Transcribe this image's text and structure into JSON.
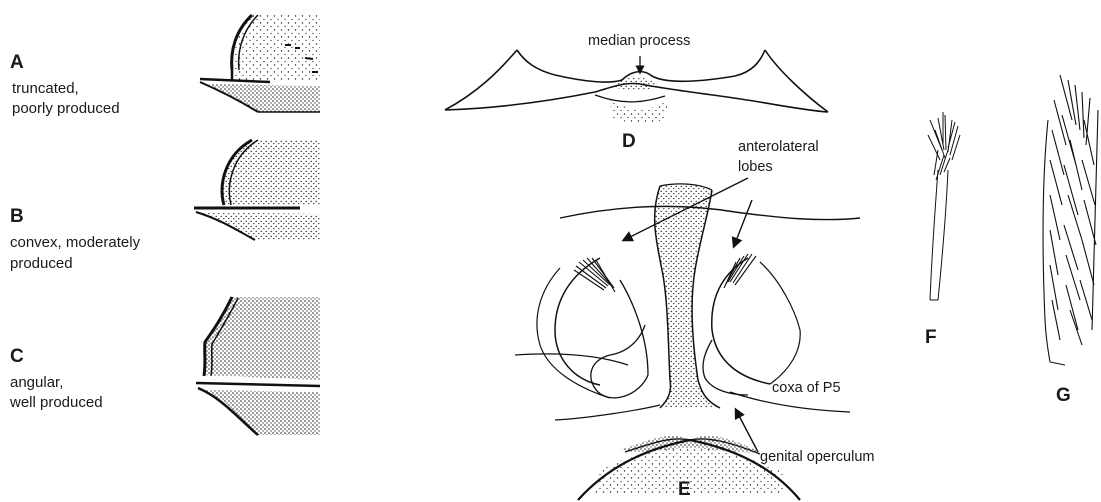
{
  "panels": {
    "A": {
      "letter": "A",
      "line1": "truncated,",
      "line2": "poorly produced"
    },
    "B": {
      "letter": "B",
      "line1": "convex, moderately",
      "line2": "produced"
    },
    "C": {
      "letter": "C",
      "line1": "angular,",
      "line2": "well produced"
    },
    "D": {
      "letter": "D"
    },
    "E": {
      "letter": "E"
    },
    "F": {
      "letter": "F"
    },
    "G": {
      "letter": "G"
    }
  },
  "labels": {
    "median_process": "median process",
    "anterolateral_line1": "anterolateral",
    "anterolateral_line2": "lobes",
    "coxa": "coxa of P5",
    "genital_operculum": "genital operculum"
  },
  "colors": {
    "ink": "#111111",
    "stipple": "#2a2a2a"
  }
}
